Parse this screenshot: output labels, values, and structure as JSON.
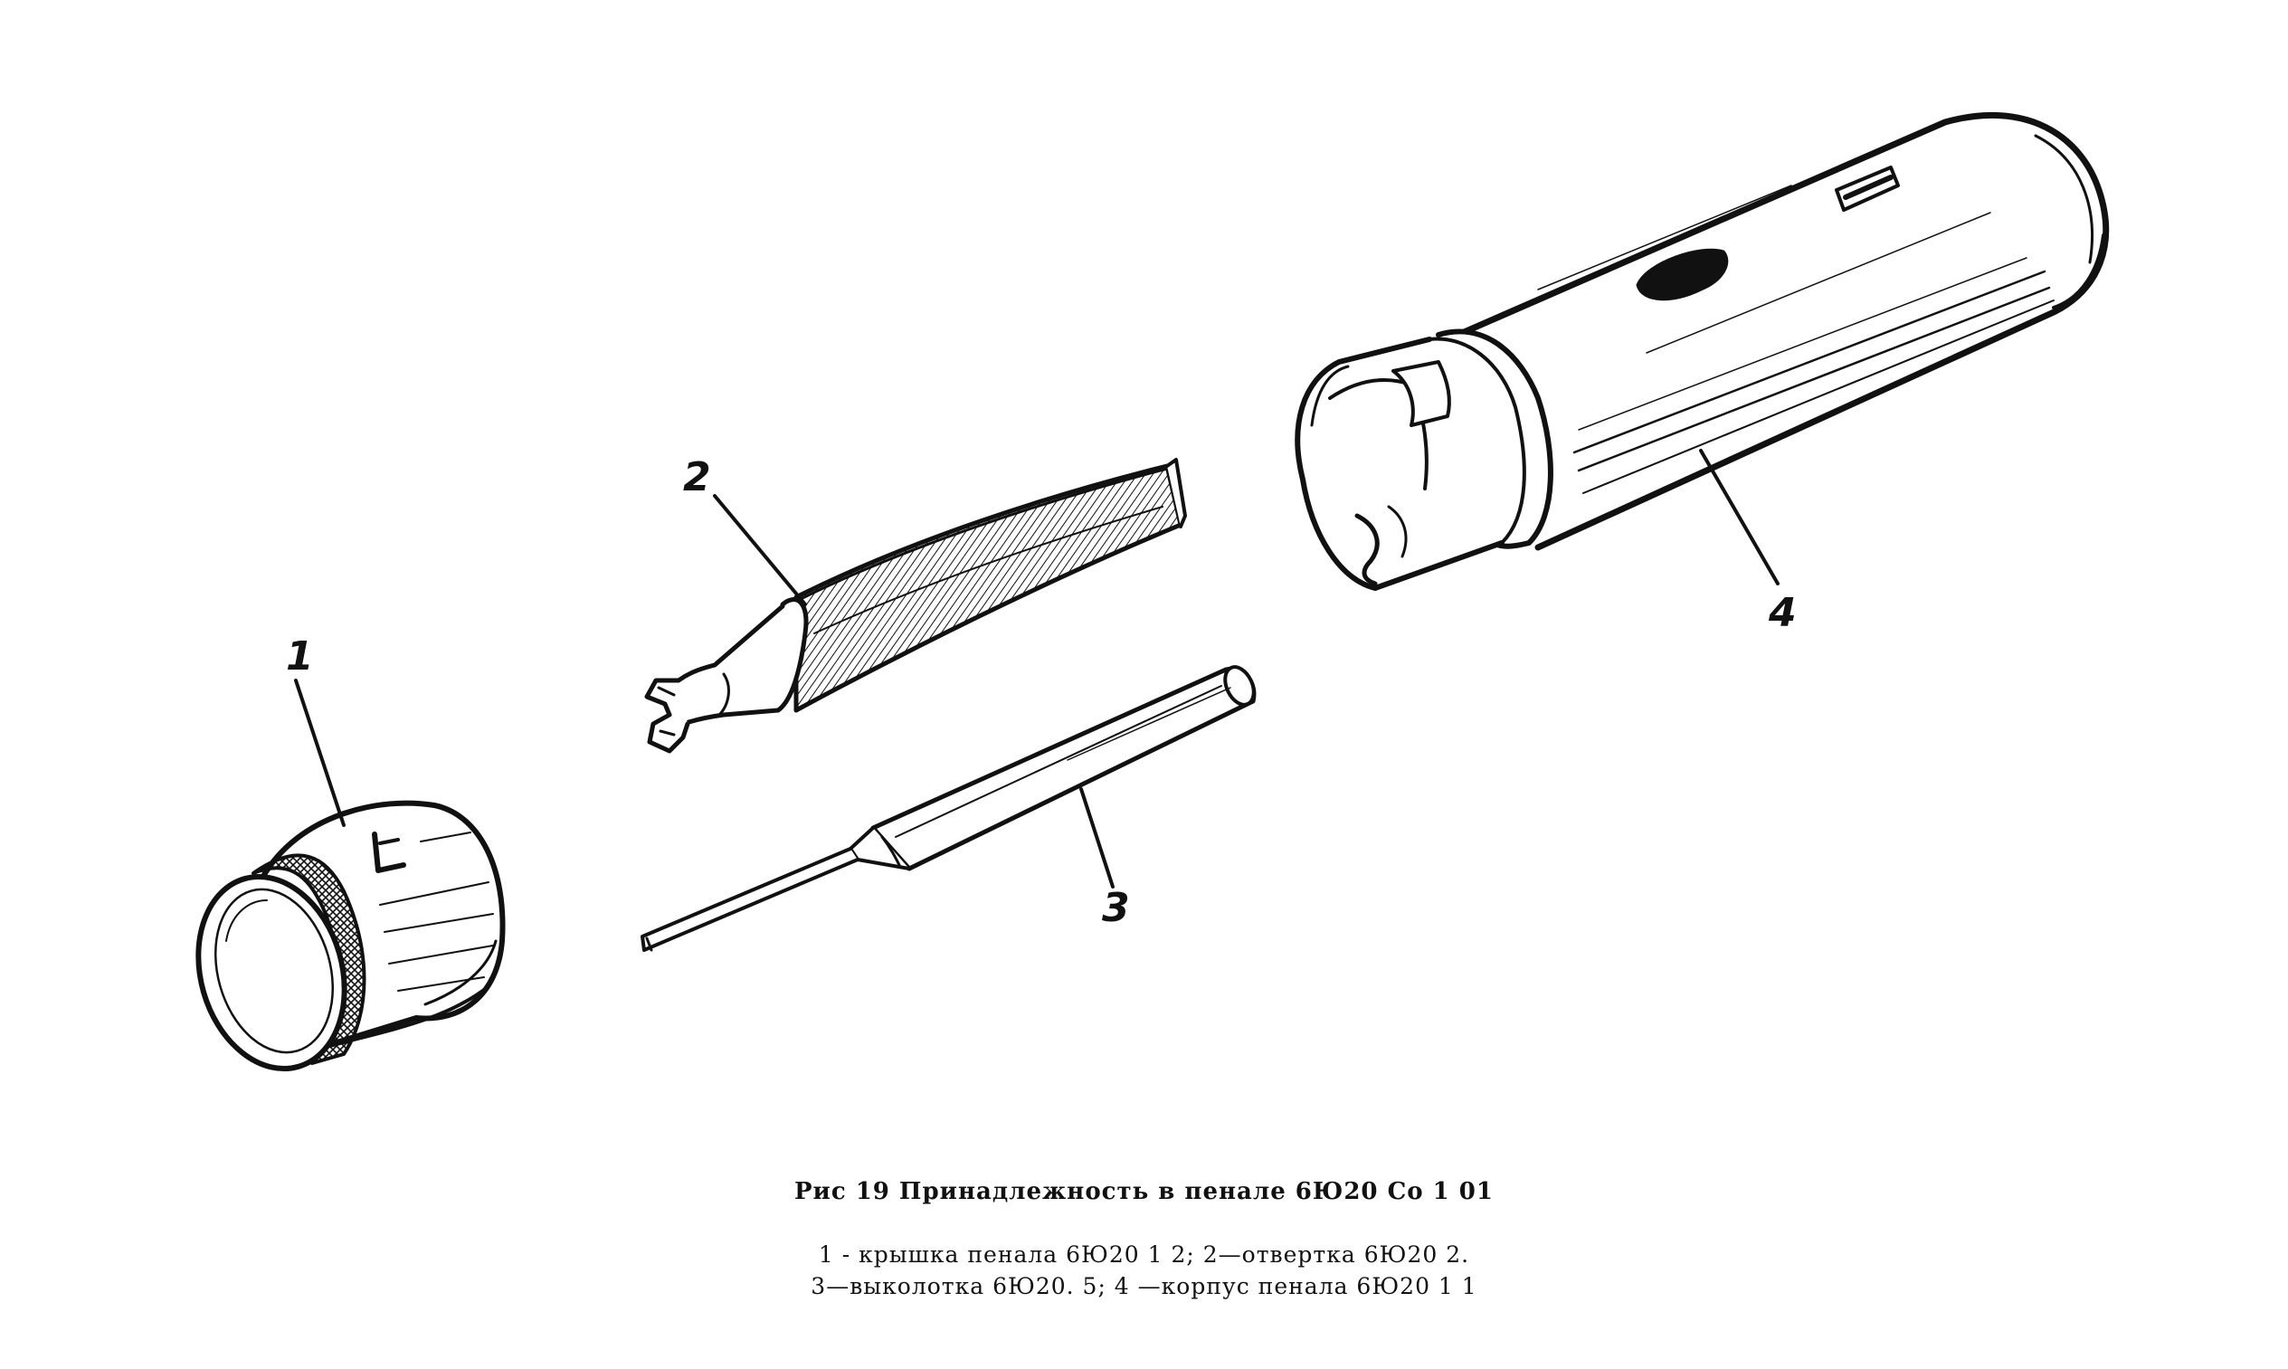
{
  "figure": {
    "callouts": [
      "1",
      "2",
      "3",
      "4"
    ]
  },
  "caption": {
    "title": "Рис 19 Принадлежность в пенале 6Ю20 Со 1 01",
    "legend_line_1": "1 - крышка пенала 6Ю20 1 2; 2—отвертка 6Ю20 2.",
    "legend_line_2": "3—выколотка 6Ю20. 5; 4 —корпус пенала 6Ю20 1 1"
  }
}
